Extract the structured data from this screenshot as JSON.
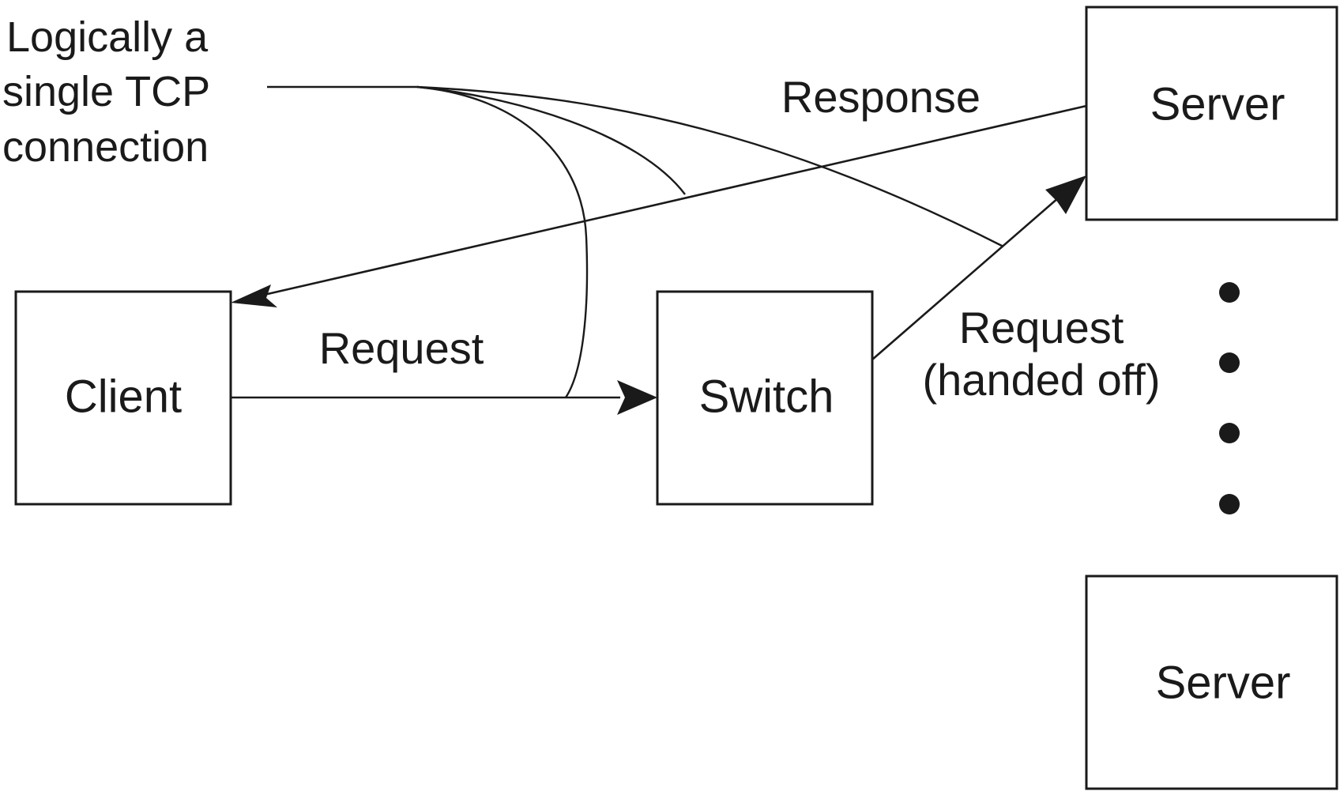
{
  "nodes": {
    "client": "Client",
    "switch": "Switch",
    "server_top": "Server",
    "server_bottom": "Server"
  },
  "edges": {
    "request": "Request",
    "response": "Response",
    "handoff_line1": "Request",
    "handoff_line2": "(handed off)"
  },
  "annotation": {
    "line1": "Logically a",
    "line2": "single TCP",
    "line3": "connection"
  },
  "ellipsis_dots": 4
}
